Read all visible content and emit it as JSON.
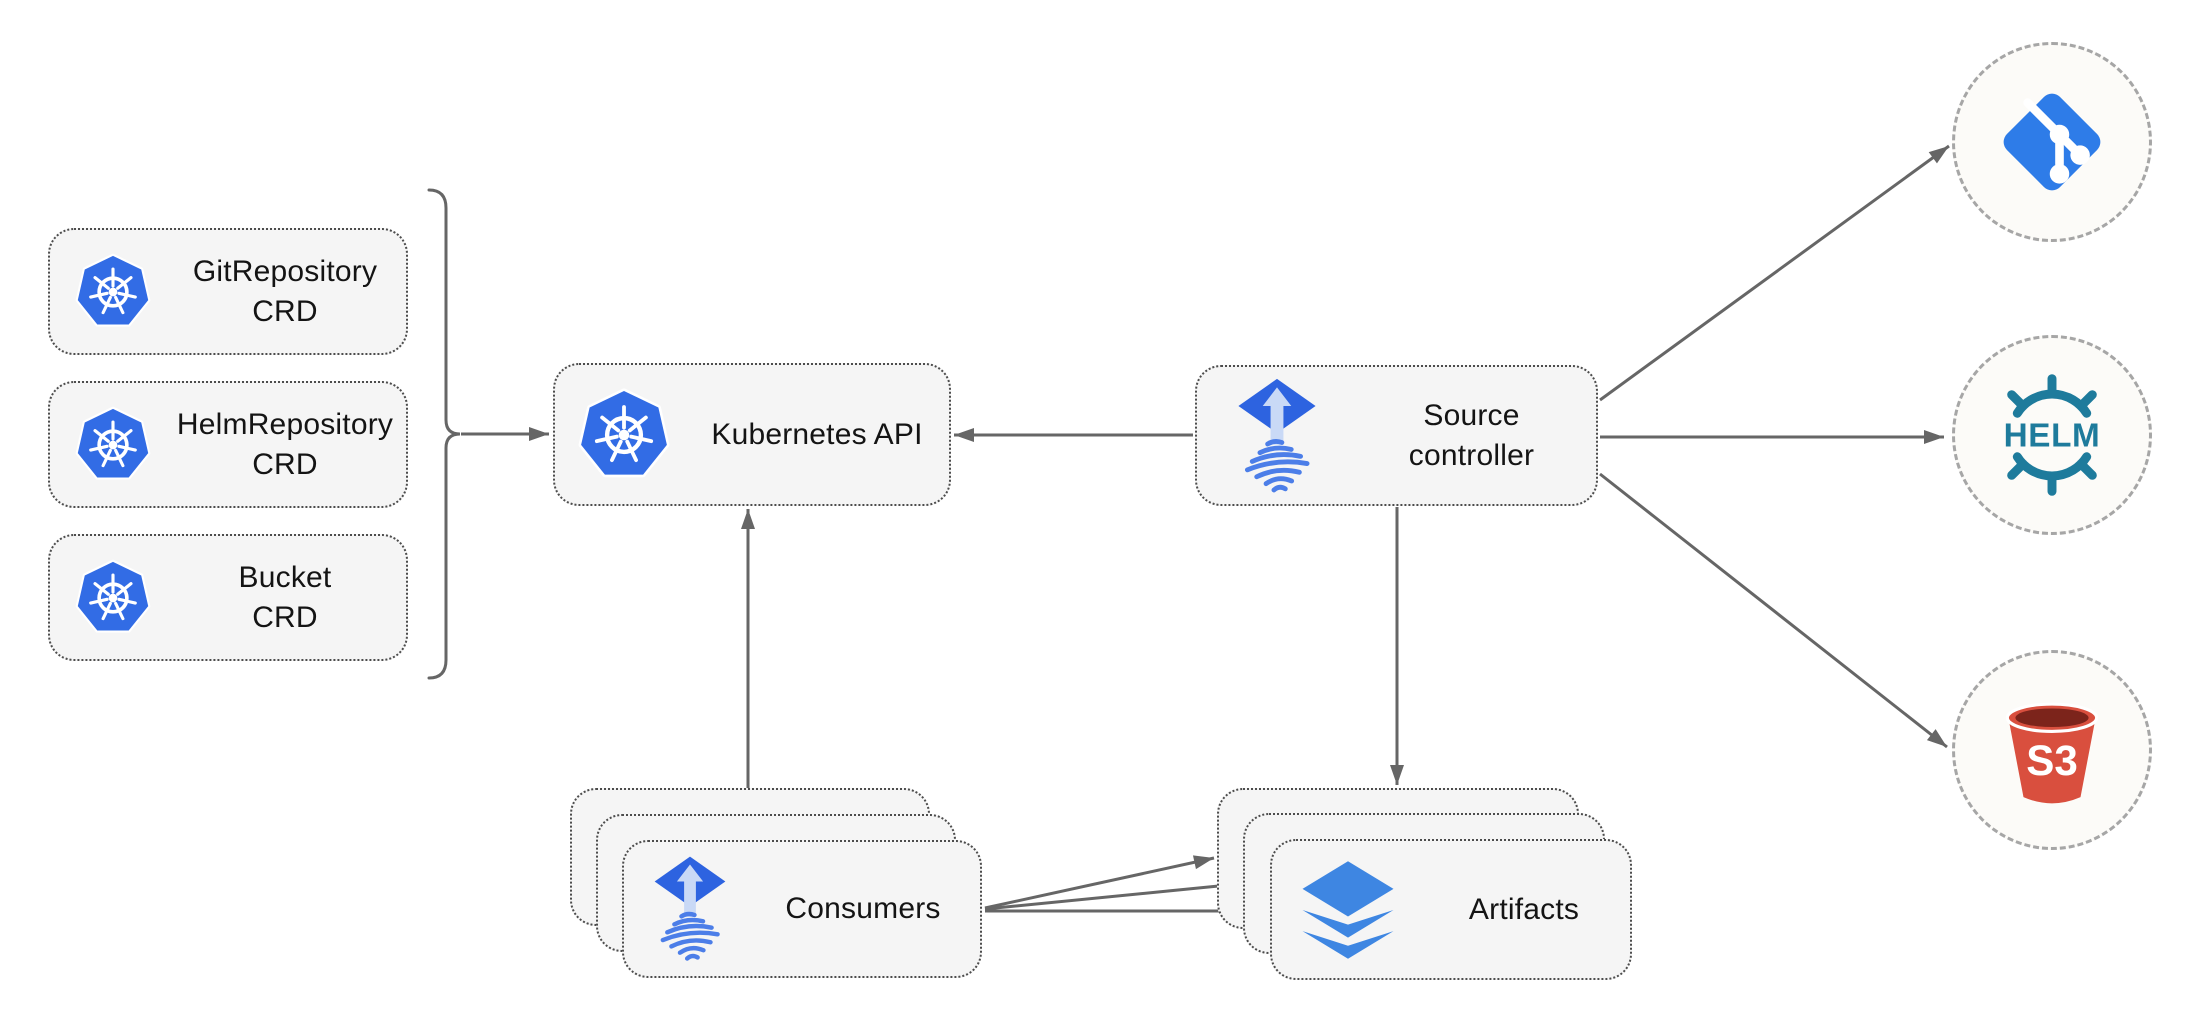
{
  "nodes": {
    "crds": [
      {
        "label": "GitRepository\nCRD"
      },
      {
        "label": "HelmRepository\nCRD"
      },
      {
        "label": "Bucket\nCRD"
      }
    ],
    "kubernetes_api": {
      "label": "Kubernetes API"
    },
    "source_controller": {
      "label": "Source\ncontroller"
    },
    "consumers": {
      "label": "Consumers"
    },
    "artifacts": {
      "label": "Artifacts"
    }
  },
  "external_sources": {
    "git": {
      "icon": "git-icon"
    },
    "helm": {
      "label": "HELM"
    },
    "s3": {
      "label": "S3"
    }
  },
  "connections": [
    {
      "from": "crd-group",
      "to": "kubernetes-api"
    },
    {
      "from": "source-controller",
      "to": "kubernetes-api"
    },
    {
      "from": "consumers",
      "to": "kubernetes-api"
    },
    {
      "from": "source-controller",
      "to": "artifacts"
    },
    {
      "from": "source-controller",
      "to": "git"
    },
    {
      "from": "source-controller",
      "to": "helm"
    },
    {
      "from": "source-controller",
      "to": "s3"
    },
    {
      "from": "consumers",
      "to": "artifacts",
      "arrow_count": 3
    }
  ],
  "colors": {
    "kubernetes_blue": "#326ce5",
    "flux_blue": "#2d63e0",
    "flux_arrow_light": "#c9d9f6",
    "git_blue": "#2e7ce8",
    "helm_teal": "#1e7b9c",
    "s3_red": "#d94f3e",
    "s3_dark": "#7c241b",
    "layers_blue": "#3e86e2",
    "arrow_gray": "#666666",
    "node_fill": "#f5f5f5",
    "node_border": "#4c4c4c",
    "circle_border": "#a6a6a6"
  }
}
